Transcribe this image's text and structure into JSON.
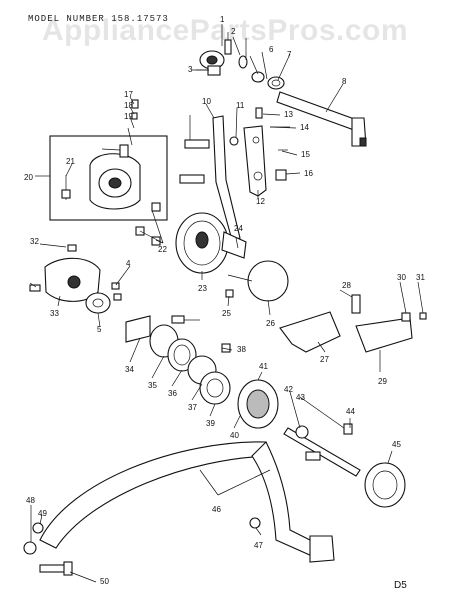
{
  "watermark": "AppliancePartsPros.com",
  "model_caption": "MODEL NUMBER 158.17573",
  "page_code": "D5",
  "callouts": [
    "1",
    "2",
    "3",
    "4",
    "5",
    "6",
    "7",
    "8",
    "10",
    "11",
    "12",
    "13",
    "14",
    "15",
    "16",
    "17",
    "18",
    "19",
    "20",
    "21",
    "22",
    "23",
    "24",
    "25",
    "26",
    "27",
    "28",
    "29",
    "30",
    "31",
    "32",
    "33",
    "34",
    "35",
    "36",
    "37",
    "38",
    "39",
    "40",
    "41",
    "42",
    "43",
    "44",
    "45",
    "46",
    "47",
    "48",
    "49",
    "50"
  ]
}
